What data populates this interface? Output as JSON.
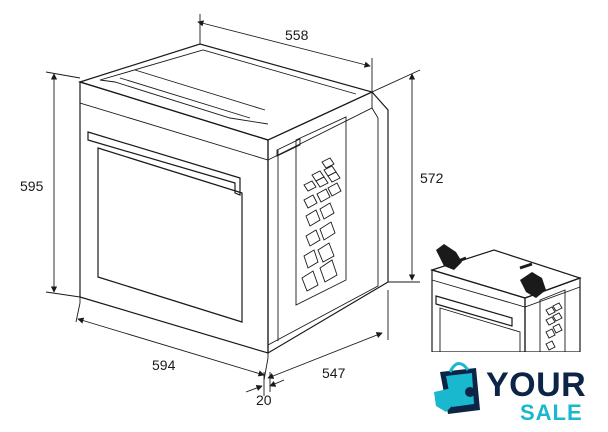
{
  "dimensions": {
    "top_depth": "558",
    "height_front": "595",
    "height_side": "572",
    "width_front": "594",
    "depth_bottom": "547",
    "offset": "20"
  },
  "logo": {
    "line1": "YOUR",
    "line2": "SALE",
    "icon": "shopping-bag-hand-icon",
    "colors": {
      "dark": "#0c2446",
      "accent": "#19b8cf"
    }
  }
}
